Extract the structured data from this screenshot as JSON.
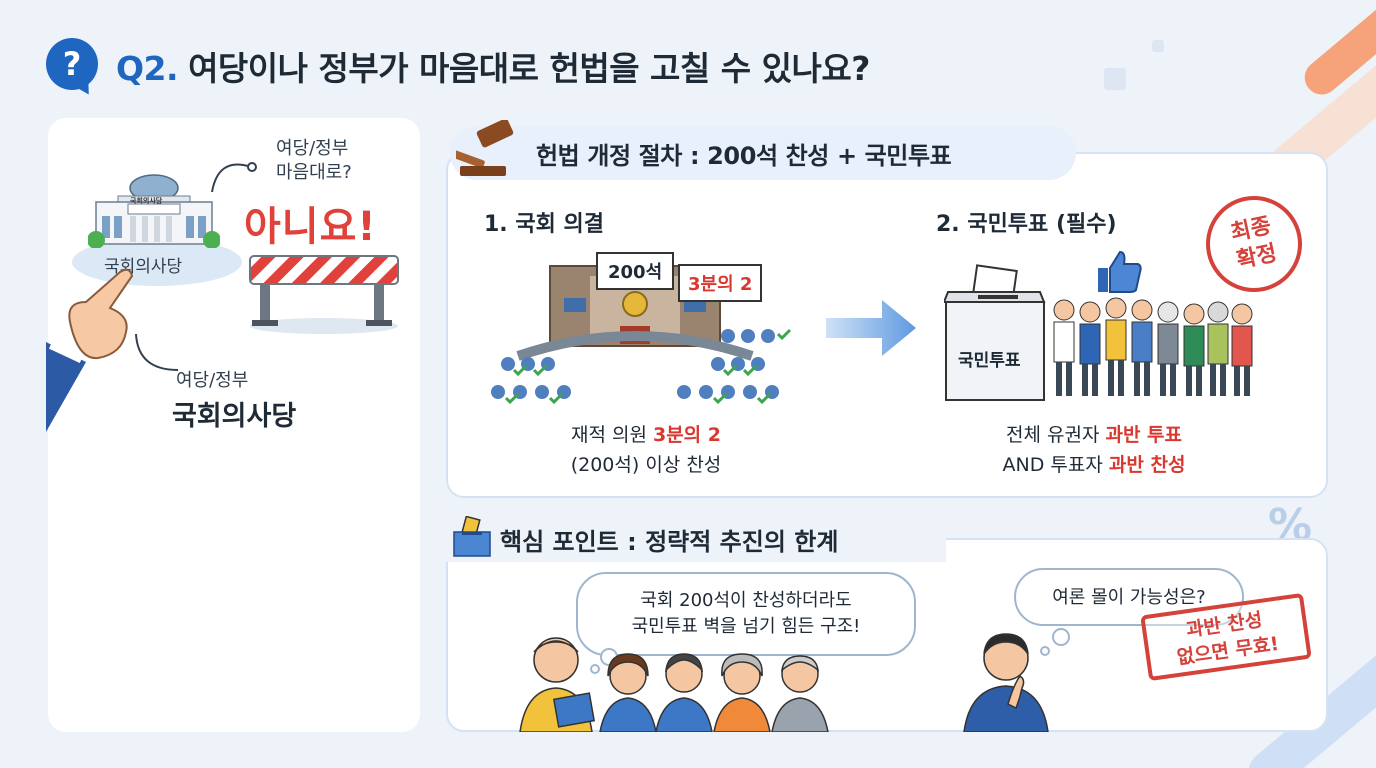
{
  "header": {
    "badge": "?",
    "qnum": "Q2.",
    "question": "여당이나 정부가 마음대로 헌법을 고칠 수 있나요?"
  },
  "left_panel": {
    "building_sign": "국회의사당",
    "mound_label": "국회의사당",
    "speech_line1": "여당/정부",
    "speech_line2": "마음대로?",
    "answer": "아니요!",
    "bottom_small": "여당/정부",
    "bottom_big": "국회의사당"
  },
  "procedure": {
    "heading": "헌법 개정 절차 : 200석 찬성 + 국민투표",
    "step1": {
      "title": "1. 국회 의결",
      "sign_seats": "200석",
      "sign_fraction": "3분의 2",
      "caption_pre": "재적 의원 ",
      "caption_red": "3분의 2",
      "caption_line2": "(200석) 이상 찬성"
    },
    "step2": {
      "title": "2. 국민투표 (필수)",
      "box_label": "국민투표",
      "caption1_pre": "전체 유권자 ",
      "caption1_red": "과반 투표",
      "caption2_pre": "AND 투표자 ",
      "caption2_red": "과반 찬성"
    },
    "stamp_line1": "최종",
    "stamp_line2": "확정"
  },
  "key_point": {
    "heading": "핵심 포인트 : 정략적 추진의 한계",
    "speech_left_line1": "국회 200석이 찬성하더라도",
    "speech_left_line2": "국민투표 벽을 넘기 힘든 구조!",
    "speech_right": "여론 몰이 가능성은?",
    "stamp_line1": "과반 찬성",
    "stamp_line2": "없으면 무효!"
  },
  "colors": {
    "brand_blue": "#1f66c1",
    "accent_red": "#d8382f",
    "panel_border": "#d5e2f3",
    "background": "#eef3f9"
  },
  "icons": [
    "question-icon",
    "gavel-icon",
    "ballot-box-icon",
    "thumbs-up-icon",
    "check-icon",
    "arrow-right-icon",
    "percent-icon"
  ]
}
